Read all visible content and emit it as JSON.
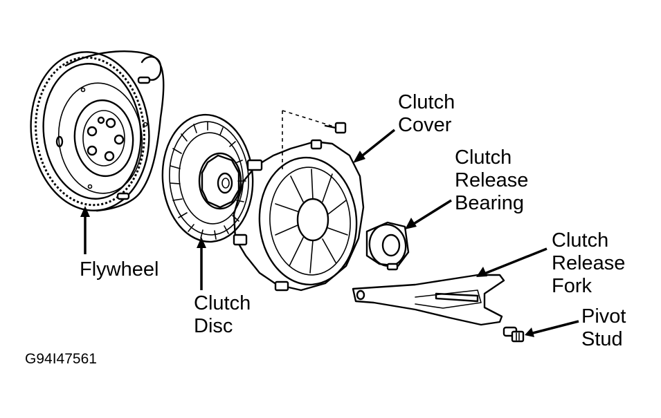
{
  "labels": {
    "clutch_cover": [
      "Clutch",
      "Cover"
    ],
    "release_bearing": [
      "Clutch",
      "Release",
      "Bearing"
    ],
    "release_fork": [
      "Clutch",
      "Release",
      "Fork"
    ],
    "pivot_stud": [
      "Pivot",
      "Stud"
    ],
    "flywheel": "Flywheel",
    "clutch_disc": [
      "Clutch",
      "Disc"
    ]
  },
  "figure_code": "G94I47561"
}
